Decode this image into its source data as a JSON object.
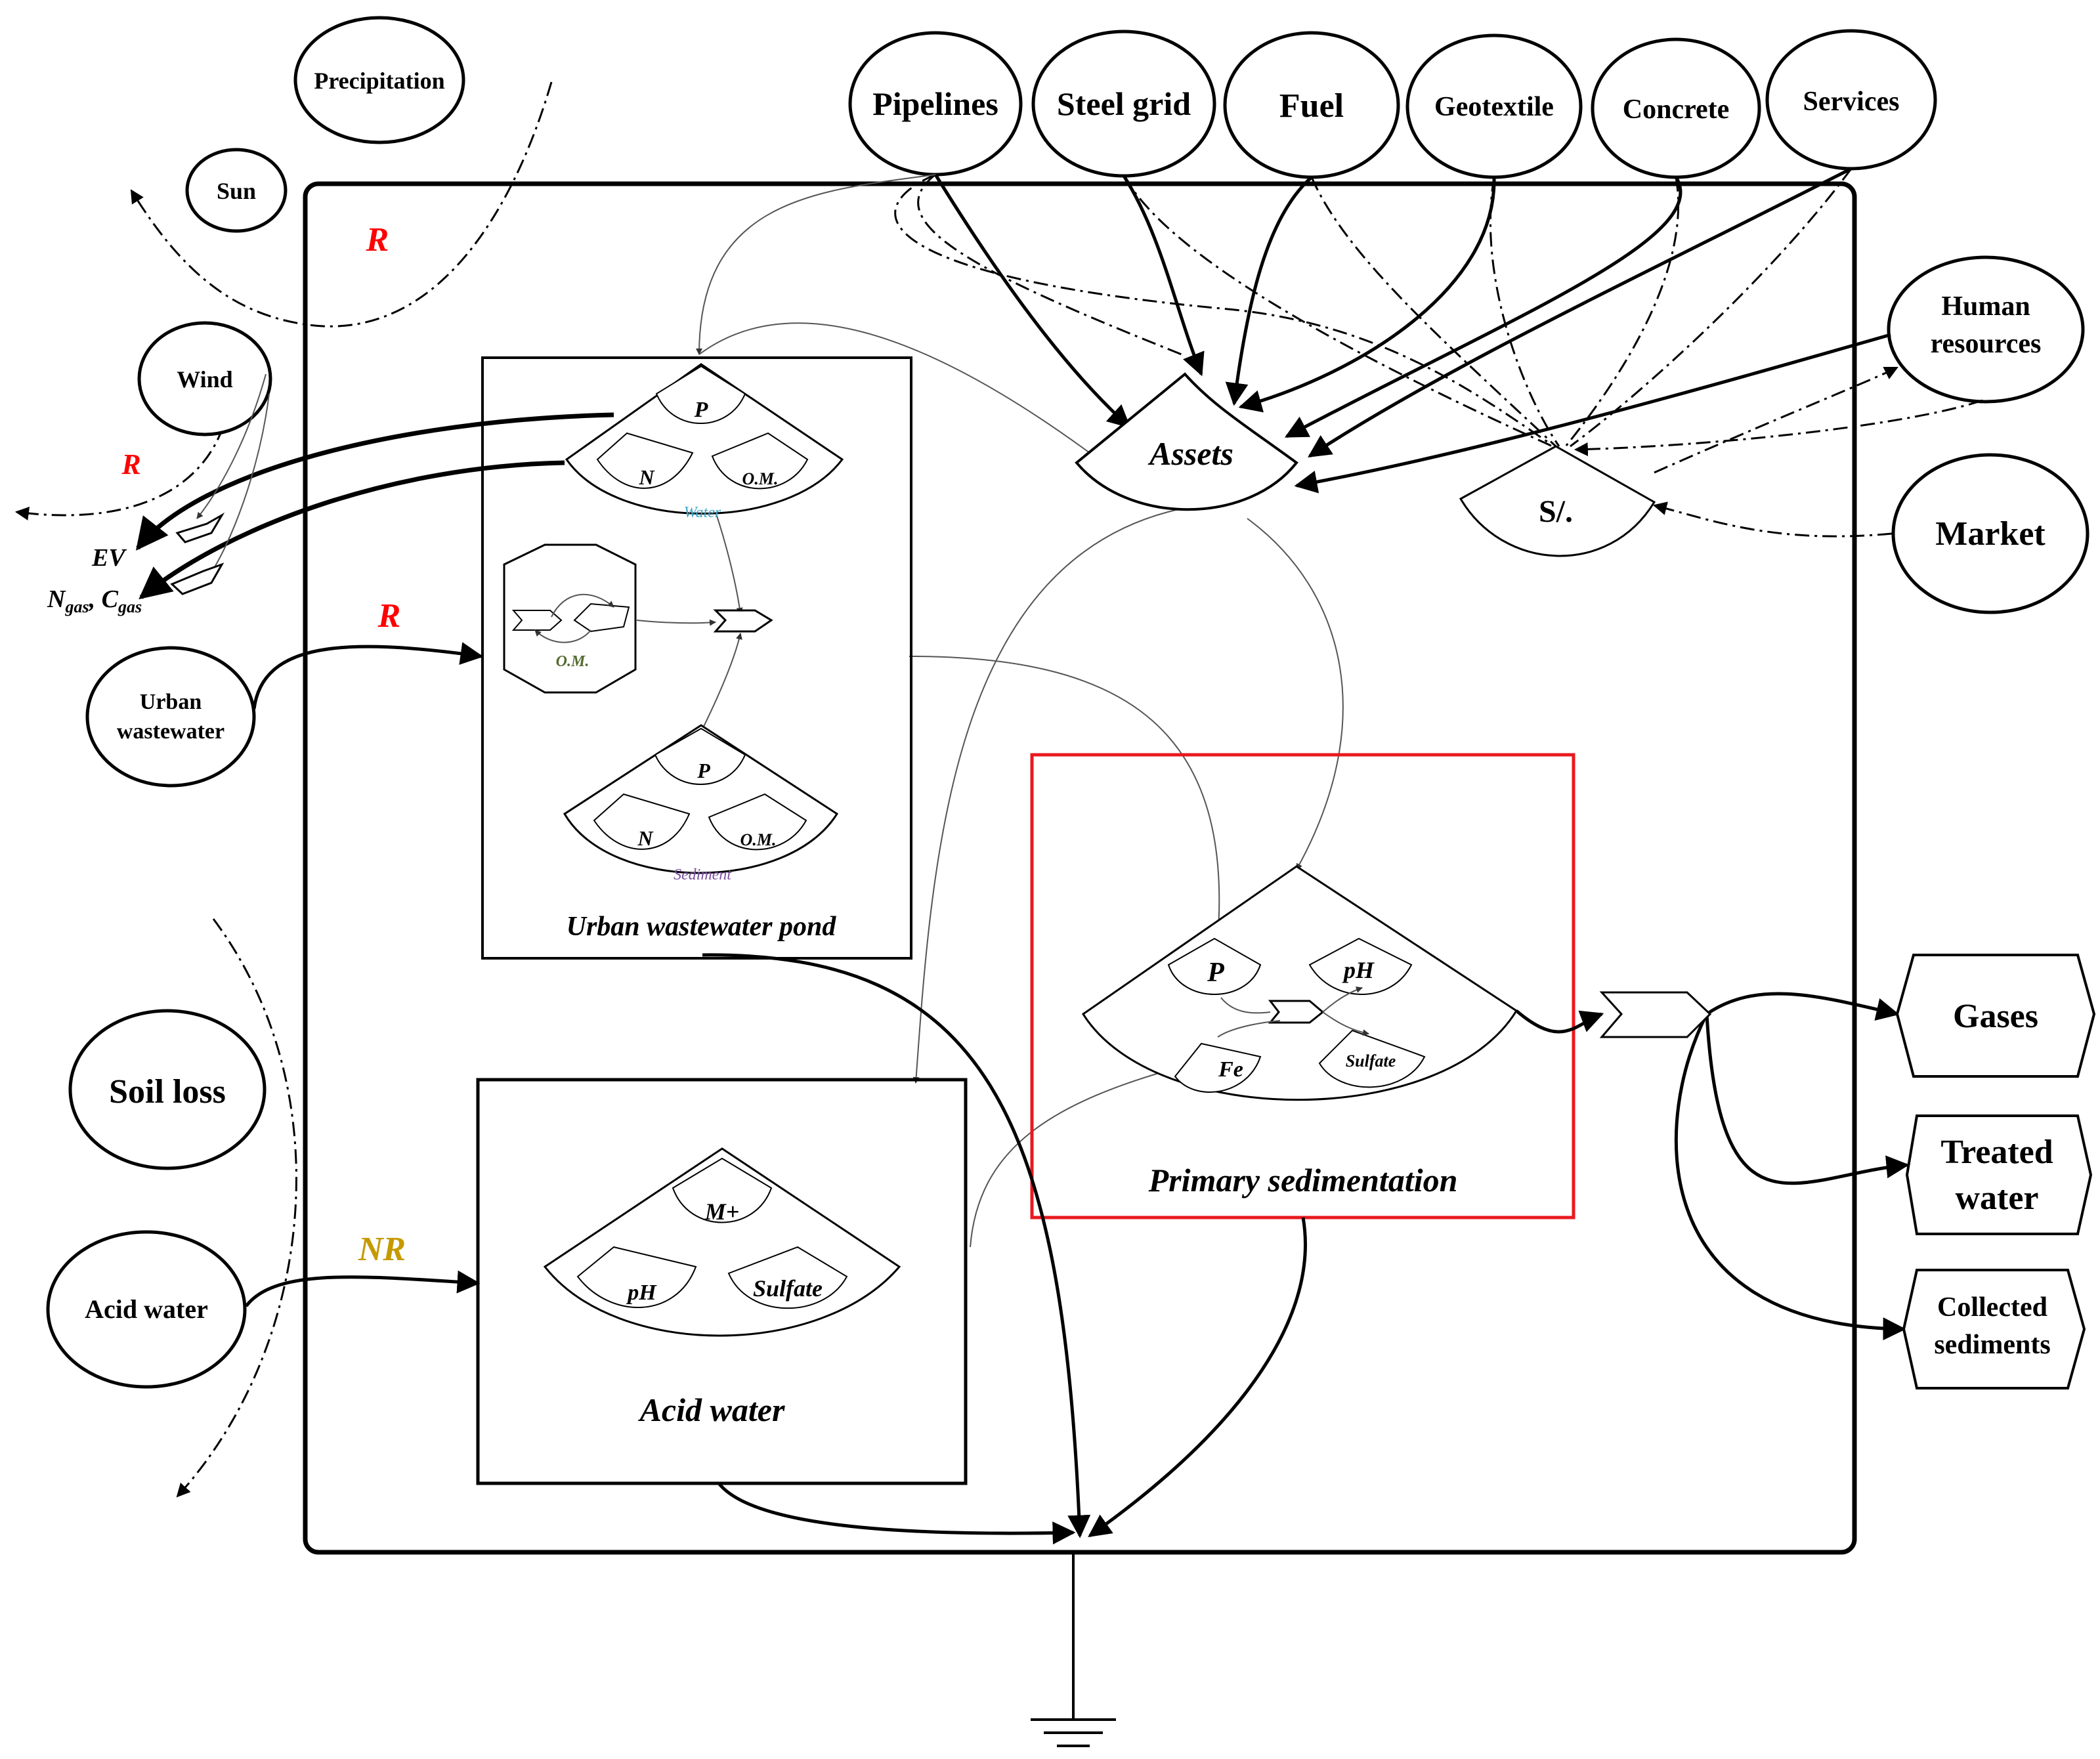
{
  "sources": {
    "precipitation": "Precipitation",
    "sun": "Sun",
    "wind": "Wind",
    "urban_wastewater_line1": "Urban",
    "urban_wastewater_line2": "wastewater",
    "soil_loss": "Soil loss",
    "acid_water": "Acid water",
    "pipelines": "Pipelines",
    "steel_grid": "Steel grid",
    "fuel": "Fuel",
    "geotextile": "Geotextile",
    "concrete": "Concrete",
    "services": "Services",
    "human_resources_line1": "Human",
    "human_resources_line2": "resources",
    "market": "Market"
  },
  "flow_labels": {
    "r_top": "R",
    "r_wind": "R",
    "r_urban": "R",
    "nr_acid": "NR",
    "ev": "EV",
    "ngas_n": "N",
    "ngas_sub": "gas",
    "cgas_c": ", C",
    "cgas_sub": "gas"
  },
  "storages": {
    "assets": "Assets",
    "dollar": "S/."
  },
  "pond": {
    "title": "Urban wastewater pond",
    "water_label": "Water",
    "water_p": "P",
    "water_n": "N",
    "water_om": "O.M.",
    "om_label": "O.M.",
    "sediment_label": "Sediment",
    "sed_p": "P",
    "sed_n": "N",
    "sed_om": "O.M."
  },
  "acid_box": {
    "title": "Acid water",
    "m_plus": "M+",
    "ph": "pH",
    "sulfate": "Sulfate"
  },
  "primary": {
    "title": "Primary sedimentation",
    "p": "P",
    "ph": "pH",
    "fe": "Fe",
    "sulfate": "Sulfate"
  },
  "outputs": {
    "gases": "Gases",
    "treated_line1": "Treated",
    "treated_line2": "water",
    "collected_line1": "Collected",
    "collected_line2": "sediments"
  },
  "colors": {
    "renewable": "#ff0000",
    "nonrenewable": "#c59a00",
    "water_label": "#3fa7c9",
    "sediment_label": "#7a4fa0",
    "om_label": "#556b2f",
    "highlight_box": "#e8191f"
  }
}
